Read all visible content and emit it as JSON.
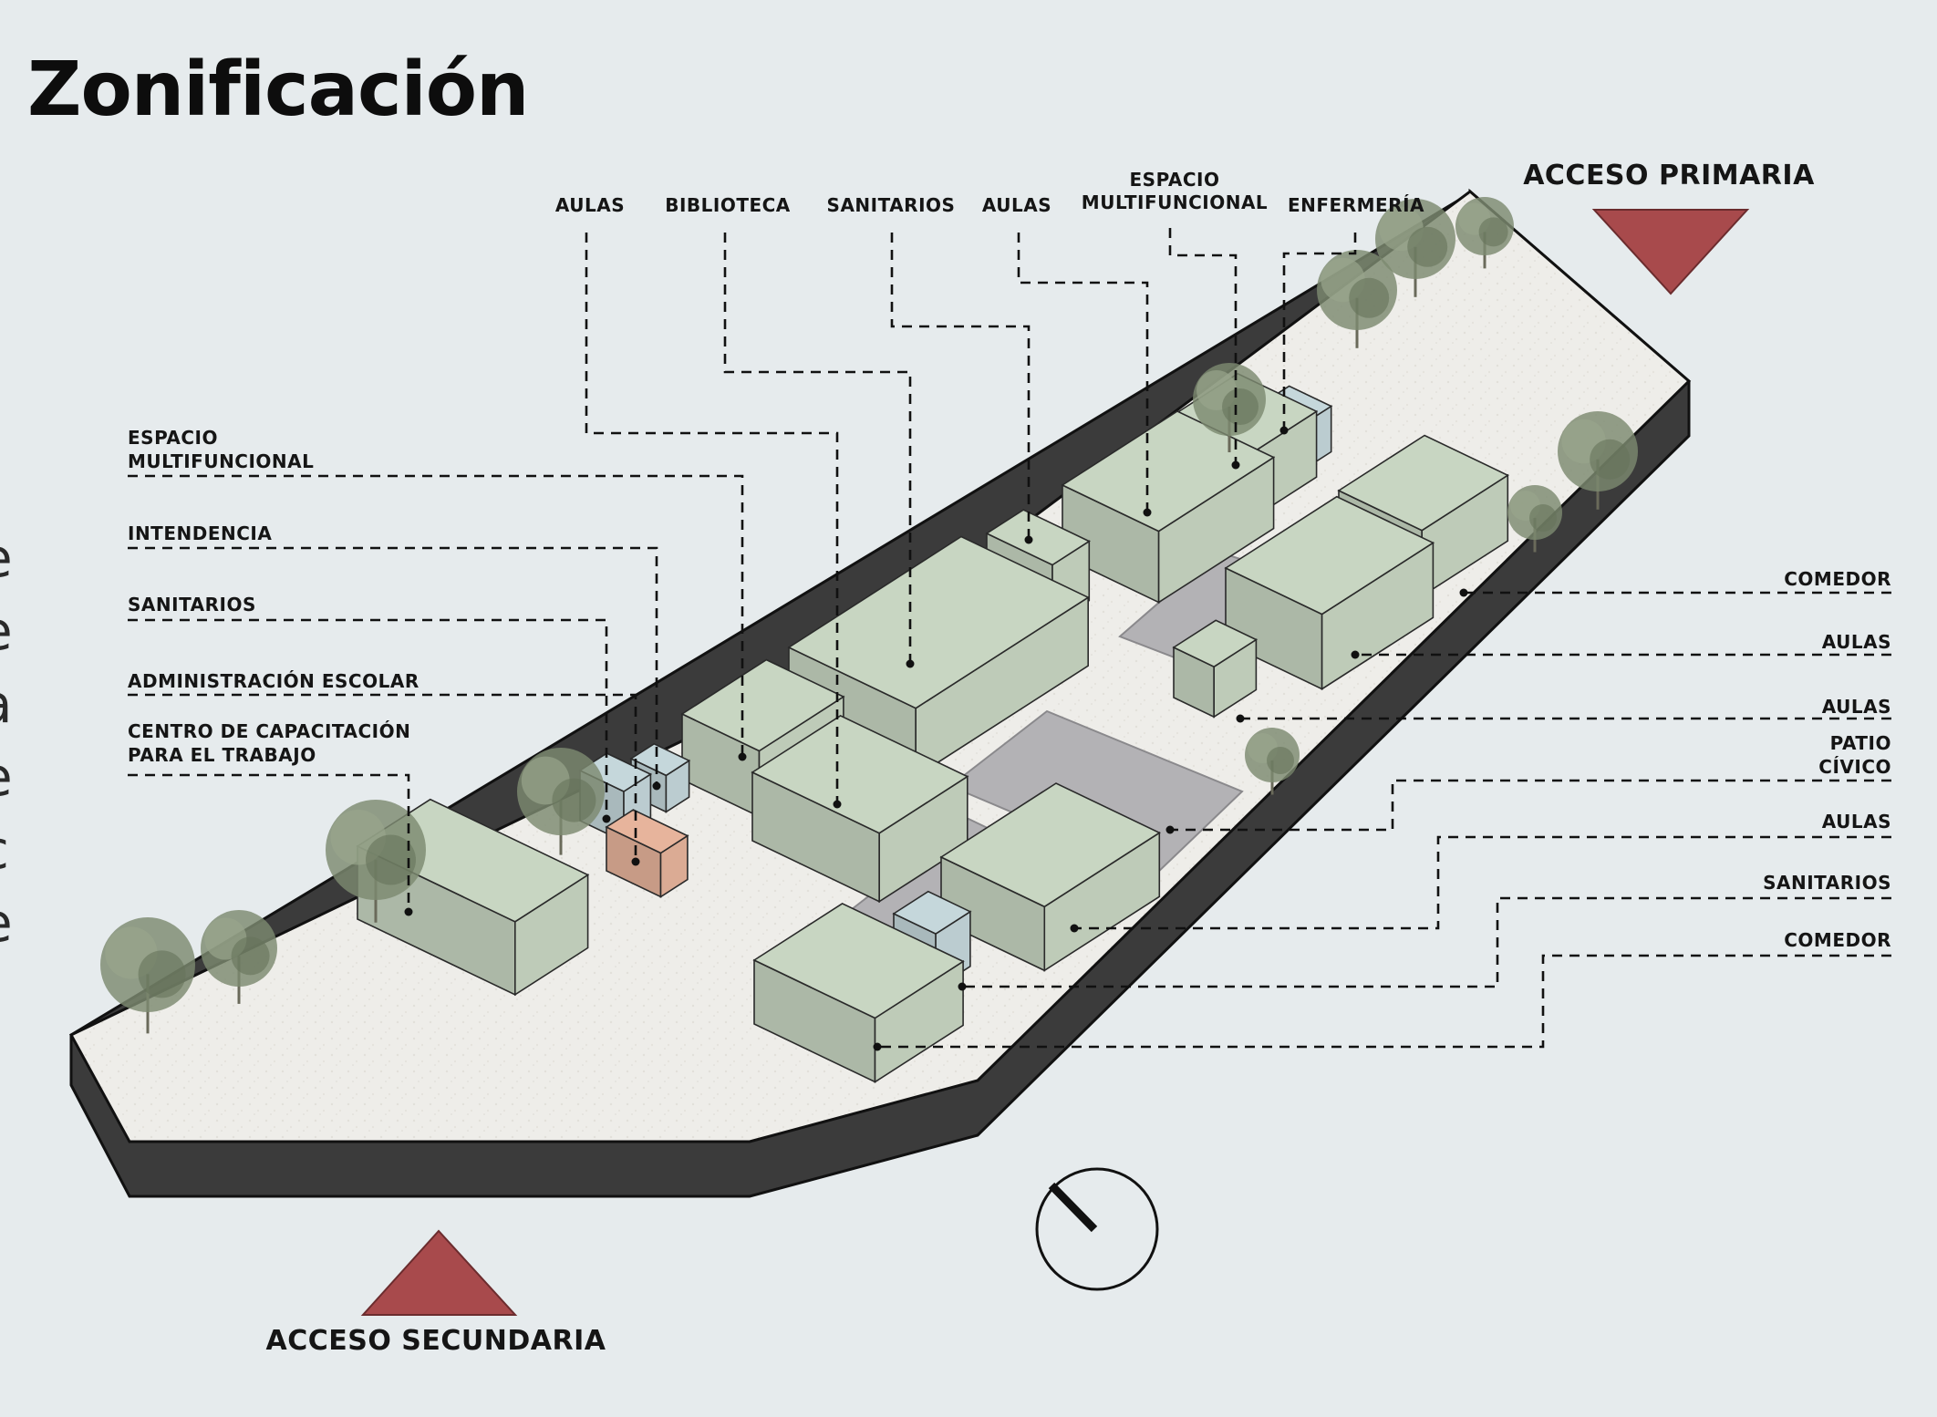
{
  "title": "Zonificación",
  "labels_top": [
    "AULAS",
    "BIBLIOTECA",
    "SANITARIOS",
    "AULAS",
    "ESPACIO",
    "MULTIFUNCIONAL",
    "ENFERMERÍA"
  ],
  "labels_left": [
    "ESPACIO",
    "MULTIFUNCIONAL",
    "INTENDENCIA",
    "SANITARIOS",
    "ADMINISTRACIÓN ESCOLAR",
    "CENTRO DE CAPACITACIÓN",
    "PARA EL TRABAJO"
  ],
  "labels_right": [
    "COMEDOR",
    "AULAS",
    "AULAS",
    "PATIO",
    "CÍVICO",
    "AULAS",
    "SANITARIOS",
    "COMEDOR"
  ],
  "access": {
    "primary": "ACCESO PRIMARIA",
    "secondary": "ACCESO SECUNDARIA"
  },
  "colors": {
    "classroom_green": "#c8d6c2",
    "service_blue": "#c5d7db",
    "admin_orange": "#e7b49c",
    "courtyard_gray": "#b3b2b5",
    "access_red": "#a84a4c"
  }
}
